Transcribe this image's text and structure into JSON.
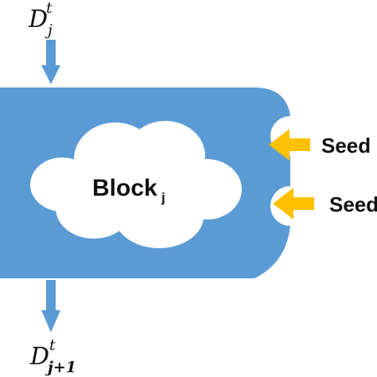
{
  "colors": {
    "block": "#5B9BD5",
    "arrow_blue": "#5B9BD5",
    "arrow_orange": "#FFC000",
    "cloud": "#FFFFFF",
    "text": "#111111"
  },
  "input": {
    "symbol": "D",
    "superscript": "t",
    "subscript": "j"
  },
  "output": {
    "symbol": "D",
    "superscript": "t",
    "subscript": "j+1"
  },
  "block": {
    "name": "Block",
    "subscript": "j"
  },
  "seeds": [
    {
      "label": "Seed"
    },
    {
      "label": "Seed"
    }
  ]
}
